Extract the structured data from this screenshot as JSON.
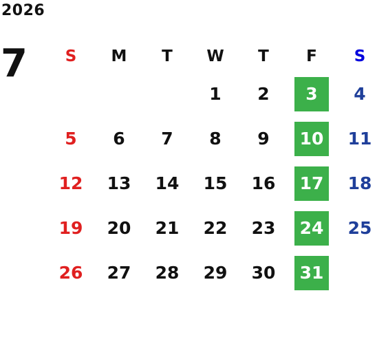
{
  "year": "2026",
  "month": "7",
  "weekdays": [
    "S",
    "M",
    "T",
    "W",
    "T",
    "F",
    "S"
  ],
  "weeks": [
    [
      "",
      "",
      "",
      "1",
      "2",
      "3",
      "4"
    ],
    [
      "5",
      "6",
      "7",
      "8",
      "9",
      "10",
      "11"
    ],
    [
      "12",
      "13",
      "14",
      "15",
      "16",
      "17",
      "18"
    ],
    [
      "19",
      "20",
      "21",
      "22",
      "23",
      "24",
      "25"
    ],
    [
      "26",
      "27",
      "28",
      "29",
      "30",
      "31",
      ""
    ]
  ],
  "colors": {
    "sunday": "#e02020",
    "saturday": "#1f3f9a",
    "friday_highlight": "#3cb04a"
  }
}
